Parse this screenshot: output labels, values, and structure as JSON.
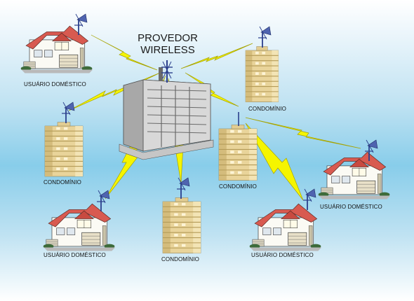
{
  "title": {
    "line1": "PROVEDOR",
    "line2": "WIRELESS"
  },
  "labels": {
    "home_top_left": "USUÁRIO DOMÉSTICO",
    "condo_top_right": "CONDOMÍNIO",
    "condo_left": "CONDOMÍNIO",
    "condo_center_right": "CONDOMÍNIO",
    "home_right": "USUÁRIO DOMÉSTICO",
    "home_bottom_left": "USUÁRIO DOMÉSTICO",
    "condo_bottom": "CONDOMÍNIO",
    "home_bottom_right": "USUÁRIO DOMÉSTICO"
  },
  "colors": {
    "bolt": "#f5f500",
    "bolt_stroke": "#a6a300",
    "roof": "#d85a50",
    "tower_wall": "#e9d49a",
    "antenna": "#2b3f8c",
    "provider_building": "#c8c8c8"
  }
}
